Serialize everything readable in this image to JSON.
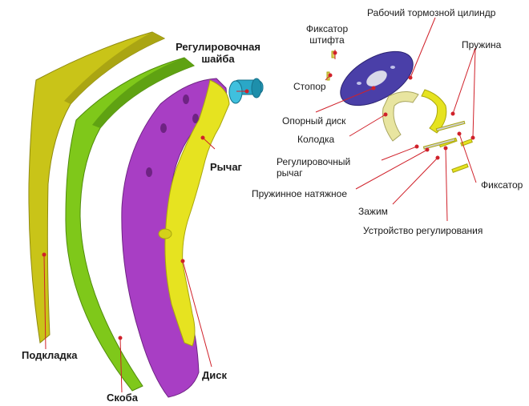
{
  "colors": {
    "pad": "#c9c418",
    "bracket": "#7fc81a",
    "disc": "#a83ec4",
    "lever": "#e6e320",
    "washer": "#2aa7c7",
    "leader": "#d0212a",
    "backing_plate": "#4a3fa8"
  },
  "labels_main": {
    "washer": "Регулировочная шайба",
    "lever": "Рычаг",
    "pad": "Подкладка",
    "bracket": "Скоба",
    "disc": "Диск"
  },
  "labels_small": {
    "wheel_cylinder": "Рабочий тормозной цилиндр",
    "pin_lock": "Фиксатор штифта",
    "spring": "Пружина",
    "stopper": "Стопор",
    "backing_plate": "Опорный диск",
    "shoe": "Колодка",
    "adjusting_lever": "Регулировочный рычаг",
    "spring_tensioner": "Пружинное натяжное",
    "retainer": "Фиксатор",
    "clamp": "Зажим",
    "adjuster": "Устройство регулирования"
  }
}
